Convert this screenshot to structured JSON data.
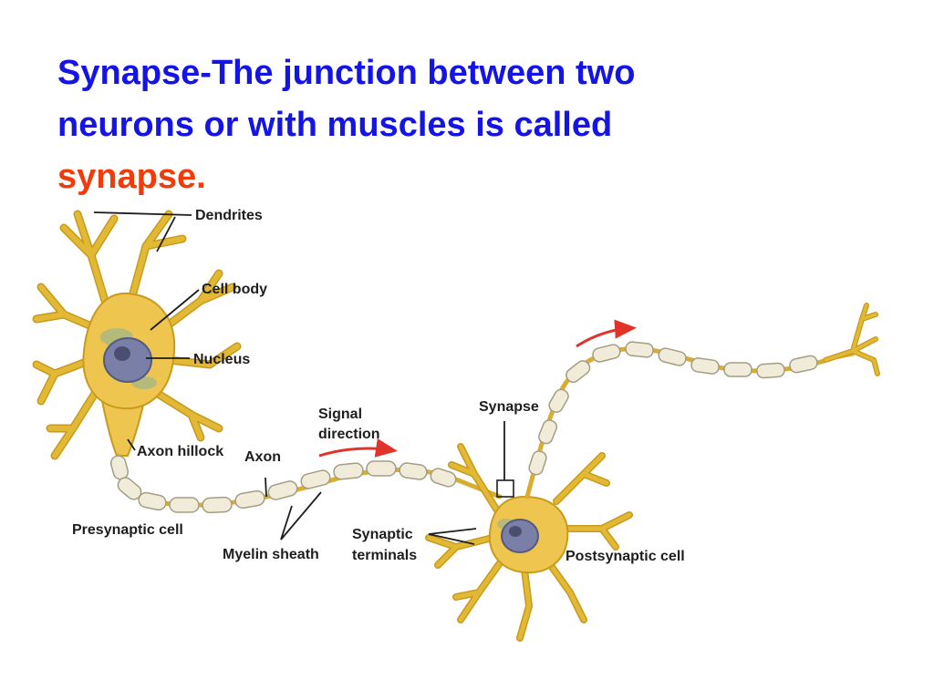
{
  "title": {
    "line1": "Synapse-The junction between two",
    "line2": "neurons or with muscles is called",
    "line3_highlight": "synapse."
  },
  "diagram": {
    "labels": {
      "dendrites": "Dendrites",
      "cell_body": "Cell body",
      "nucleus": "Nucleus",
      "axon_hillock": "Axon hillock",
      "axon": "Axon",
      "signal_direction_line1": "Signal",
      "signal_direction_line2": "direction",
      "synapse": "Synapse",
      "presynaptic_cell": "Presynaptic cell",
      "myelin_sheath": "Myelin sheath",
      "synaptic_terminals_line1": "Synaptic",
      "synaptic_terminals_line2": "terminals",
      "postsynaptic_cell": "Postsynaptic cell"
    },
    "colors": {
      "title_text": "#1414e6",
      "title_highlight": "#f03c0a",
      "neuron_body": "#eec54e",
      "myelin": "#f1ecd9",
      "nucleus": "#7a7fa8",
      "arrow": "#e0342a"
    }
  }
}
